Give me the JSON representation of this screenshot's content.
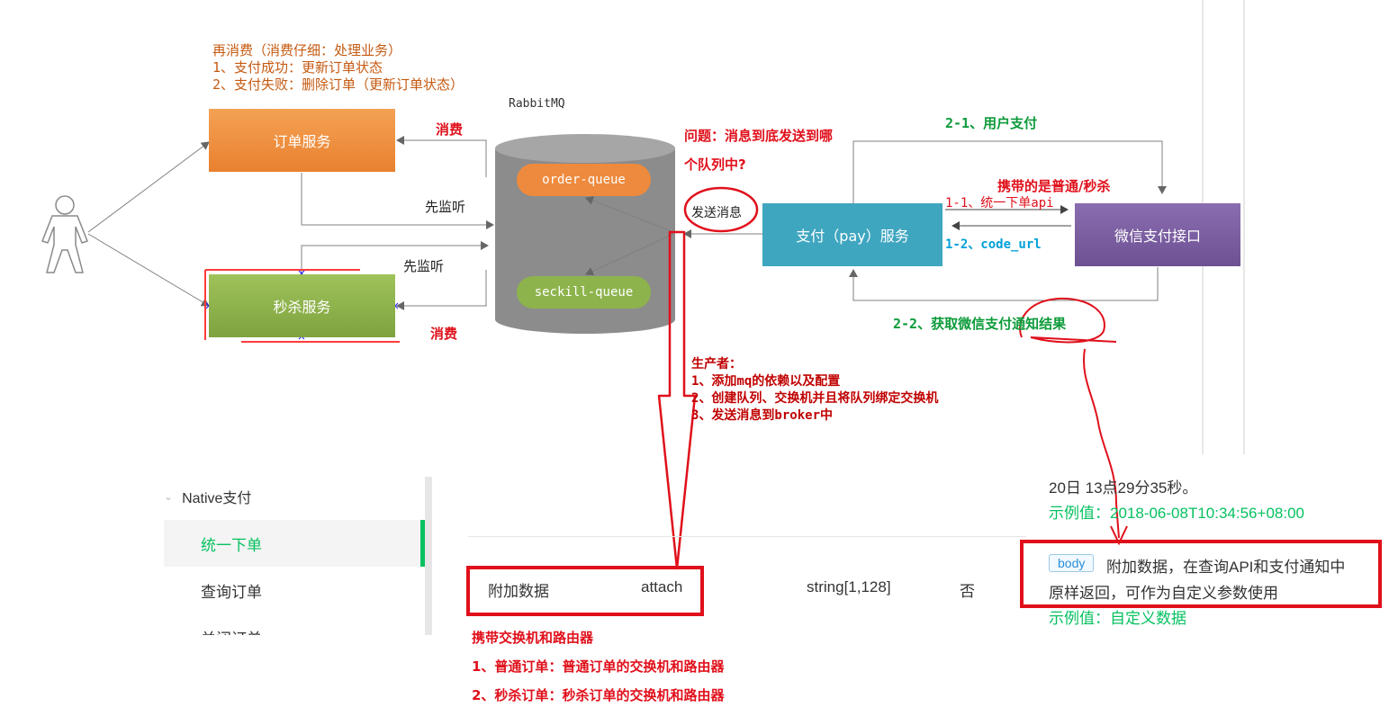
{
  "note": {
    "line1": "再消费（消费仔细：处理业务）",
    "line2": "1、支付成功：更新订单状态",
    "line3": "2、支付失败：删除订单（更新订单状态）"
  },
  "rabbitmq_label": "RabbitMQ",
  "boxes": {
    "order_service": "订单服务",
    "seckill_service": "秒杀服务",
    "pay_service": "支付（pay）服务",
    "wechat_api": "微信支付接口"
  },
  "queues": {
    "order": "order-queue",
    "seckill": "seckill-queue"
  },
  "labels": {
    "consume_top": "消费",
    "consume_bottom": "消费",
    "listen_top": "先监听",
    "listen_bottom": "先监听",
    "send_message": "发送消息",
    "question_line1": "问题：消息到底发送到哪",
    "question_line2": "个队列中?",
    "carry_type": "携带的是普通/秒杀",
    "step_2_1": "2-1、用户支付",
    "step_1_1": "1-1、统一下单api",
    "step_1_2": "1-2、code_url",
    "step_2_2": "2-2、获取微信支付通知结果"
  },
  "producer": {
    "title": "生产者：",
    "line1": "1、添加mq的依赖以及配置",
    "line2": "2、创建队列、交换机并且将队列绑定交换机",
    "line3": "3、发送消息到broker中"
  },
  "nav": {
    "section": "Native支付",
    "items": [
      "统一下单",
      "查询订单",
      "关闭订单"
    ],
    "active_index": 0
  },
  "doc": {
    "time_text": "20日 13点29分35秒。",
    "example_time": "示例值：2018-06-08T10:34:56+08:00",
    "row": {
      "name": "附加数据",
      "field": "attach",
      "type": "string[1,128]",
      "required": "否"
    },
    "badge": "body",
    "desc_line1": "附加数据，在查询API和支付通知中",
    "desc_line2": "原样返回，可作为自定义参数使用",
    "example_value": "示例值：自定义数据"
  },
  "bottom_note": {
    "title": "携带交换机和路由器",
    "line1": "1、普通订单：普通订单的交换机和路由器",
    "line2": "2、秒杀订单：秒杀订单的交换机和路由器"
  },
  "colors": {
    "order_service": "#ed8b3c",
    "seckill_service": "#8db34c",
    "pay_service": "#3fa6c0",
    "wechat_api": "#7b5fa0",
    "broker": "#8c8c8c",
    "order_queue": "#ee8a3d",
    "seckill_queue": "#8db34c",
    "accent_green": "#07c160",
    "annotation_red": "#e0101b"
  }
}
